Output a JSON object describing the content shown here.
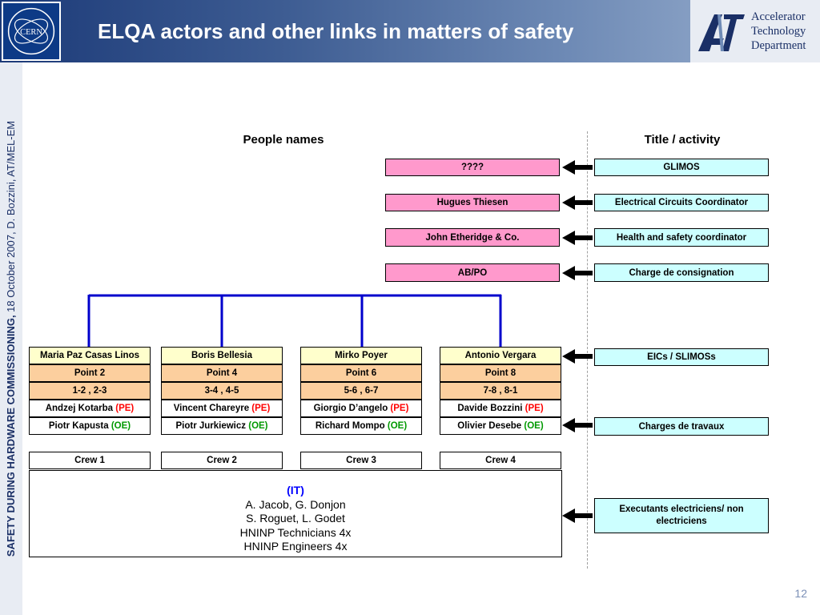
{
  "header": {
    "title": "ELQA actors and other links in matters of safety",
    "cern_logo_text": "CERN",
    "department_lines": [
      "Accelerator",
      "Technology",
      "Department"
    ]
  },
  "sidebar": {
    "bold_text": "SAFETY DURING HARDWARE COMMISSIONING,",
    "normal_text": " 18 October 2007, D. Bozzini, AT/MEL-EM"
  },
  "page_number": "12",
  "columns": {
    "people": "People names",
    "title": "Title / activity"
  },
  "top_people": [
    "????",
    "Hugues Thiesen",
    "John Etheridge & Co.",
    "AB/PO"
  ],
  "top_titles": [
    "GLIMOS",
    "Electrical Circuits Coordinator",
    "Health and safety coordinator",
    "Charge de consignation"
  ],
  "sectors": [
    {
      "leader": "Maria Paz Casas Linos",
      "point": "Point 2",
      "sectors": "1-2 , 2-3",
      "pe_name": "Andzej  Kotarba",
      "oe_name": "Piotr Kapusta",
      "crew": "Crew 1"
    },
    {
      "leader": "Boris Bellesia",
      "point": "Point 4",
      "sectors": "3-4 , 4-5",
      "pe_name": "Vincent Chareyre",
      "oe_name": "Piotr Jurkiewicz",
      "crew": "Crew 2"
    },
    {
      "leader": "Mirko Poyer",
      "point": "Point 6",
      "sectors": "5-6 , 6-7",
      "pe_name": "Giorgio D’angelo",
      "oe_name": "Richard Mompo",
      "crew": "Crew 3"
    },
    {
      "leader": "Antonio Vergara",
      "point": "Point 8",
      "sectors": "7-8 , 8-1",
      "pe_name": "Davide Bozzini",
      "oe_name": "Olivier Desebe",
      "crew": "Crew 4"
    }
  ],
  "roles": {
    "pe": "(PE)",
    "oe": "(OE)"
  },
  "lower_titles": [
    "EICs / SLIMOSs",
    "Charges de travaux",
    "Executants electriciens/ non electriciens"
  ],
  "it_group": {
    "label": "(IT)",
    "lines": [
      "A. Jacob, G. Donjon",
      "S. Roguet, L. Godet",
      "HNINP Technicians 4x",
      "HNINP Engineers 4x"
    ]
  },
  "colors": {
    "pink": "#ff99cc",
    "cyan": "#ccffff",
    "yellow": "#ffffcc",
    "peach": "#fccf9e",
    "connector": "#0000cc",
    "pe": "#ff0000",
    "oe": "#009900"
  }
}
